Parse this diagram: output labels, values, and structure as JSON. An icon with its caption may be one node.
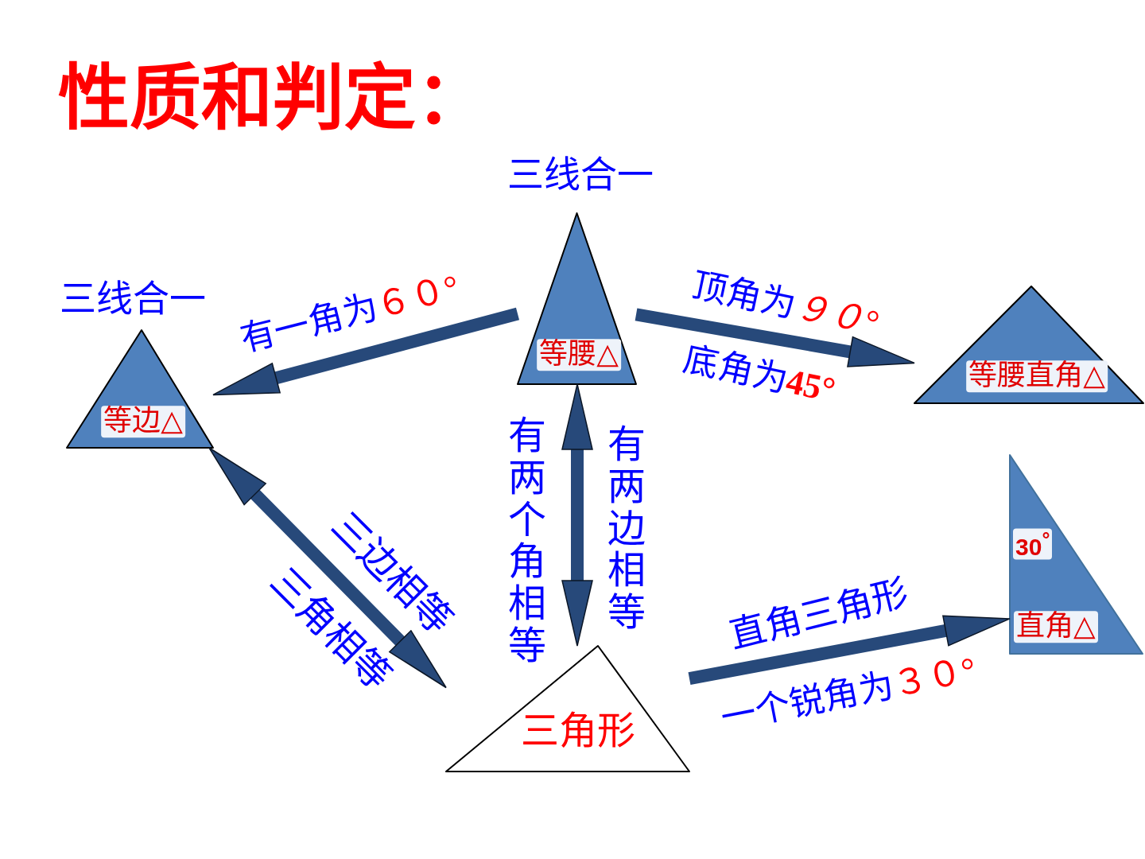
{
  "diagram": {
    "title": "性质和判定：",
    "nodes": [
      {
        "text": [
          "等腰△"
        ],
        "beside": [
          "三线合一"
        ]
      },
      {
        "text": [
          "等边△"
        ],
        "beside": [
          "三线合一"
        ]
      },
      {
        "text": [
          "等腰直角△"
        ]
      },
      {
        "text": [
          "30$^{°}$",
          "直角△"
        ]
      },
      {
        "text": [
          "三角形"
        ]
      }
    ],
    "edges": [
      {
        "from": 0,
        "to": 1,
        "arrow": "to",
        "label": "有一角为６０°"
      },
      {
        "from": 0,
        "to": 2,
        "arrow": "to",
        "label": "顶角为９０°"
      },
      {
        "from": 0,
        "to": 4,
        "arrow": "both",
        "label": "有两边相等"
      },
      {
        "from": 1,
        "to": 4,
        "arrow": "both",
        "label": "三边相等"
      },
      {
        "from": 4,
        "to": 3,
        "arrow": "to",
        "label": "直角三角形"
      }
    ],
    "labels": [
      "底角为**45°**",
      "有两个角相等",
      "三角相等",
      "一个锐角为３０°"
    ]
  }
}
